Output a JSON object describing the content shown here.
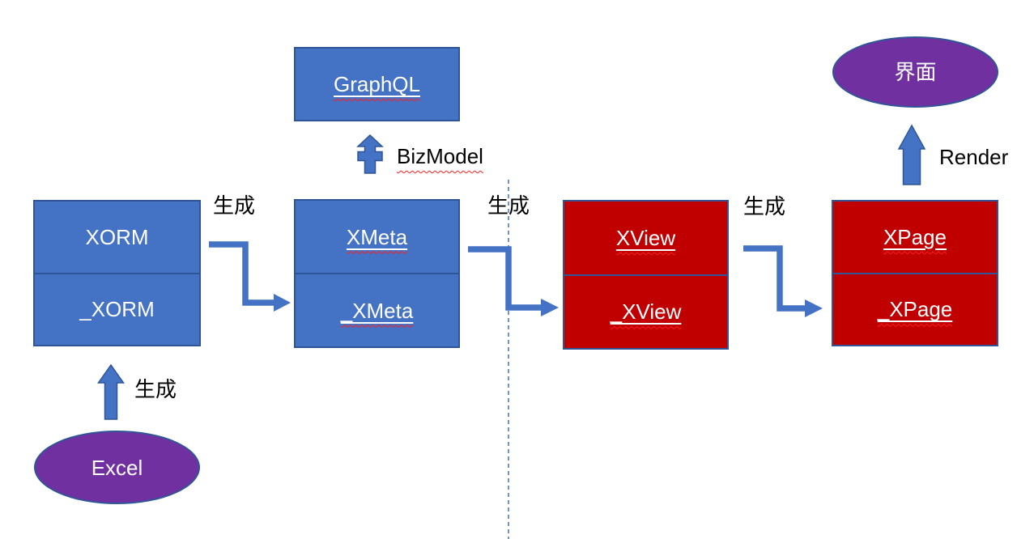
{
  "nodes": {
    "excel": {
      "label": "Excel",
      "shape": "ellipse"
    },
    "xorm": {
      "top": "XORM",
      "bottom": "_XORM"
    },
    "graphql": {
      "label": "GraphQL",
      "shape": "box"
    },
    "xmeta": {
      "top": "XMeta",
      "bottom": "_XMeta"
    },
    "xview": {
      "top": "XView",
      "bottom": "_XView"
    },
    "xpage": {
      "top": "XPage",
      "bottom": "_XPage"
    },
    "ui": {
      "label": "界面",
      "shape": "ellipse"
    }
  },
  "edges": {
    "excel_to_xorm": {
      "label": "生成",
      "from": "excel",
      "to": "xorm"
    },
    "xorm_to_xmeta": {
      "label": "生成",
      "from": "xorm",
      "to": "xmeta"
    },
    "xmeta_to_graphql": {
      "label": "BizModel",
      "from": "xmeta",
      "to": "graphql"
    },
    "xmeta_to_xview": {
      "label": "生成",
      "from": "xmeta",
      "to": "xview"
    },
    "xview_to_xpage": {
      "label": "生成",
      "from": "xview",
      "to": "xpage"
    },
    "xpage_to_ui": {
      "label": "Render",
      "from": "xpage",
      "to": "ui"
    }
  },
  "colors": {
    "background": "#FFFFFF",
    "blue_fill": "#4472C4",
    "red_fill": "#C00000",
    "purple_fill": "#7030A0",
    "border_blue": "#2F5597",
    "arrow_blue": "#4472C4",
    "dashed_line": "#4472C4",
    "text_white": "#FFFFFF",
    "text_black": "#000000",
    "squiggle_red": "#FF1F1F"
  }
}
